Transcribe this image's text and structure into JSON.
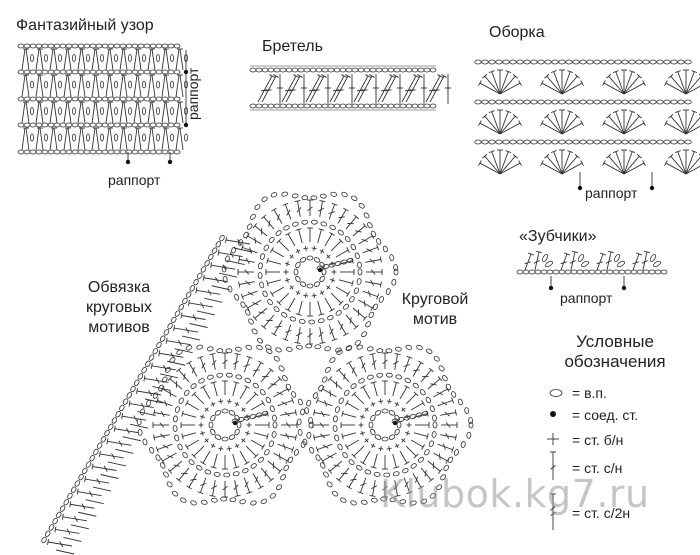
{
  "labels": {
    "fancy_pattern": "Фантазийный узор",
    "strap": "Бретель",
    "frill": "Оборка",
    "rapport": "раппорт",
    "zubchiki": "«Зубчики»",
    "edging_line1": "Обвязка",
    "edging_line2": "круговых",
    "edging_line3": "мотивов",
    "motif_line1": "Круговой",
    "motif_line2": "мотив"
  },
  "legend": {
    "title_line1": "Условные",
    "title_line2": "обозначения",
    "items": [
      {
        "symbol": "chain-oval",
        "text": "= в.п."
      },
      {
        "symbol": "dot",
        "text": "= соед. ст."
      },
      {
        "symbol": "cross",
        "text": "= ст. б/н"
      },
      {
        "symbol": "dc",
        "text": "= ст. с/н"
      },
      {
        "symbol": "tc",
        "text": "= ст. с/2н"
      }
    ]
  },
  "watermark": "Klubok.kg7.ru",
  "colors": {
    "ink": "#222222",
    "watermark": "#9a9a9a"
  }
}
